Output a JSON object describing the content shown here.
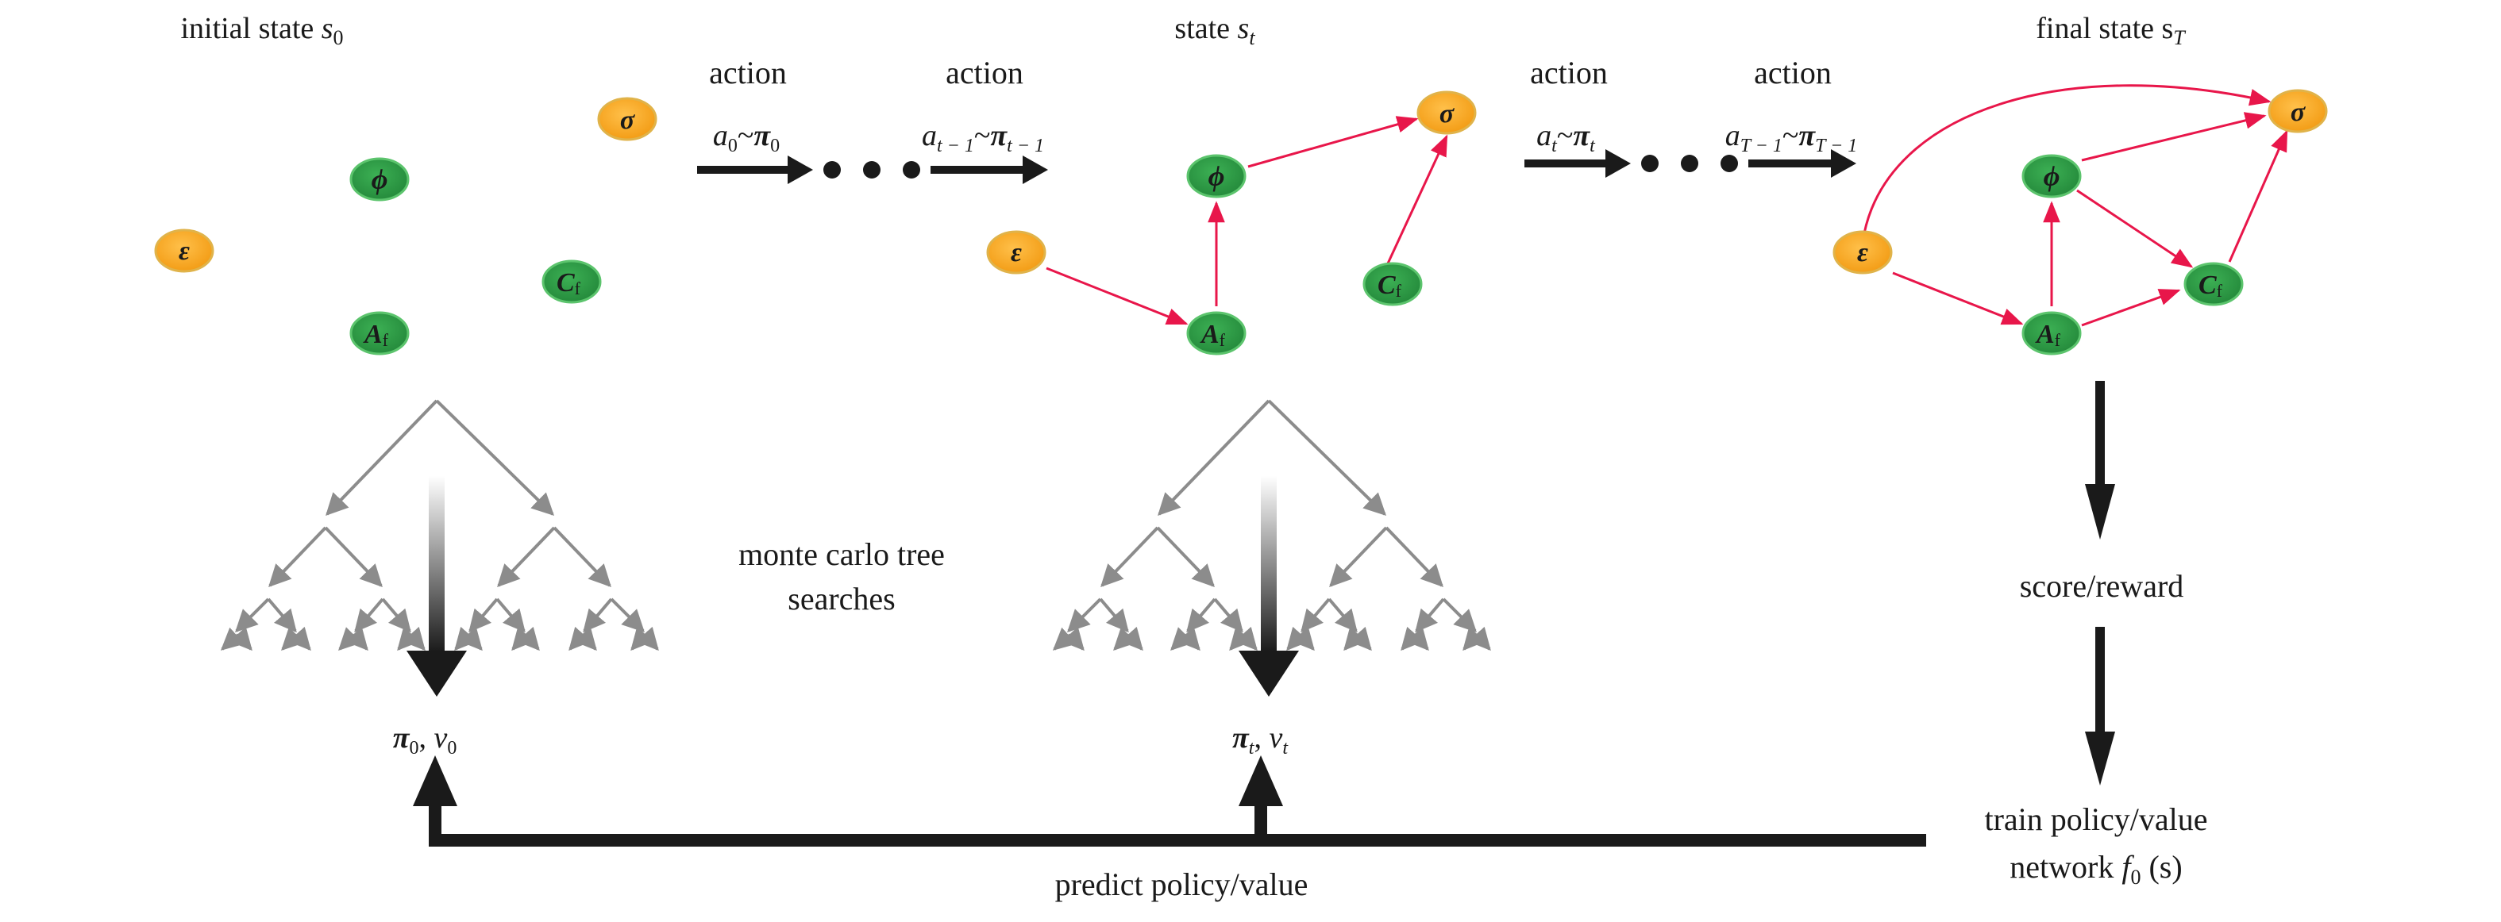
{
  "states": {
    "initial_prefix": "initial state ",
    "initial_var": "s",
    "initial_sub": "0",
    "mid_prefix": "state ",
    "mid_var": "s",
    "mid_sub": "t",
    "final_prefix": "final state s",
    "final_sub": "T"
  },
  "nodes": {
    "sigma": "σ",
    "phi": "ϕ",
    "epsilon": "ε",
    "cf_main": "C",
    "cf_sub": "f",
    "af_main": "A",
    "af_sub": "f"
  },
  "actions": {
    "label": "action",
    "a0_var": "a",
    "a0_sub": "0",
    "a0_pi_sub": "0",
    "at1_var": "a",
    "at1_sub": "t − 1",
    "at1_pi_sub": "t − 1",
    "at_var": "a",
    "at_sub": "t",
    "at_pi_sub": "t",
    "aT1_var": "a",
    "aT1_sub": "T − 1",
    "aT1_pi_sub": "T − 1",
    "tilde": "~",
    "pi": "π"
  },
  "mcts": {
    "line1": "monte carlo tree",
    "line2": "searches"
  },
  "outputs": {
    "pi": "π",
    "v": "v",
    "sub0": "0",
    "subt": "t"
  },
  "right": {
    "score": "score/reward",
    "train1": "train policy/value",
    "train2_prefix": "network ",
    "train2_f": "f",
    "train2_sub": "0",
    "train2_suffix": " (s)"
  },
  "bottom": {
    "predict": "predict policy/value"
  },
  "colors": {
    "orange_node": "#f5a623",
    "orange_stroke": "#e0b34a",
    "green_node": "#2e9e44",
    "green_stroke": "#5cc46d",
    "red_edge": "#e8164a",
    "tree_gray": "#8c8c8c",
    "arrow_black": "#1a1a1a"
  }
}
